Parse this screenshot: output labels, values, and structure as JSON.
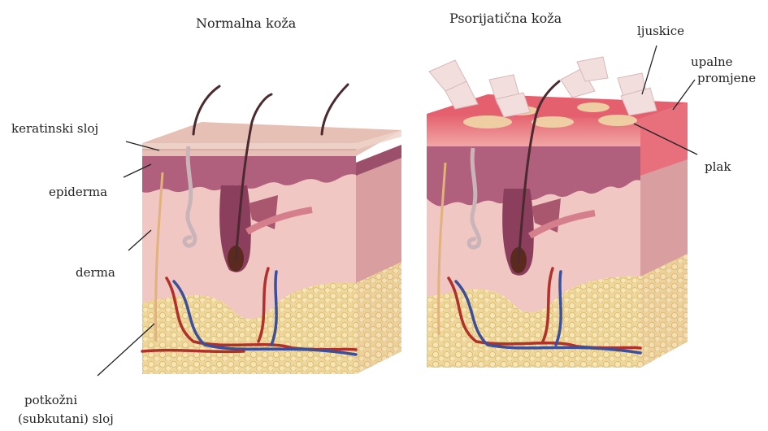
{
  "titles": {
    "normal": "Normalna koža",
    "psoriatic": "Psorijatična koža"
  },
  "labels": {
    "keratin_layer": "keratinski sloj",
    "epidermis": "epiderma",
    "dermis": "derma",
    "subcutaneous_line1": "potkožni",
    "subcutaneous_line2": "(subkutani) sloj",
    "scales": "ljuskice",
    "inflammation_line1": "upalne",
    "inflammation_line2": "promjene",
    "plaque": "plak"
  },
  "colors": {
    "skin_surface": "#e7b9ae",
    "keratin": "#edcfc4",
    "epidermis": "#b0607c",
    "dermis": "#f0c7c2",
    "dermis_side": "#d99e9f",
    "fat": "#efd79b",
    "artery": "#b0302a",
    "vein": "#3c4f9a",
    "inflamed": "#e8707c",
    "plaque": "#efd3a5",
    "hair": "#4a2a2f"
  }
}
